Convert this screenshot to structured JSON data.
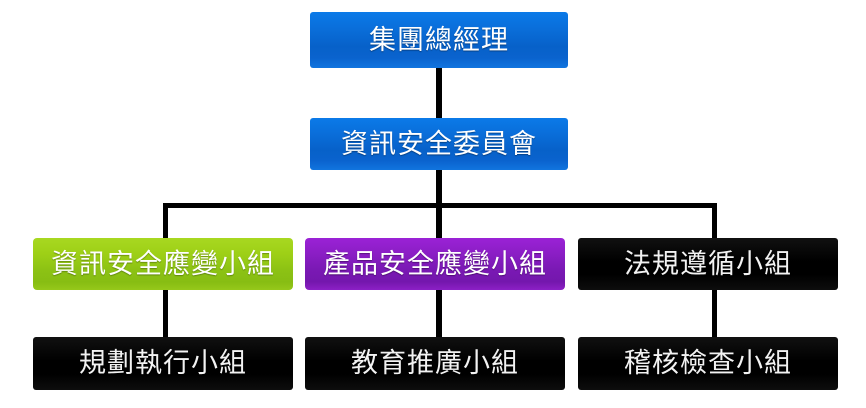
{
  "chart": {
    "type": "org-chart",
    "title": "",
    "background_color": "#ffffff",
    "connector_color": "#000000",
    "levels": [
      {
        "level": 1,
        "nodes": [
          {
            "id": "group-general-manager",
            "label": "集團總經理",
            "color": "#0a6fdb",
            "text_color": "#ffffff"
          }
        ]
      },
      {
        "level": 2,
        "nodes": [
          {
            "id": "information-security-committee",
            "label": "資訊安全委員會",
            "color": "#0a6fdb",
            "text_color": "#ffffff"
          }
        ]
      },
      {
        "level": 3,
        "nodes": [
          {
            "id": "information-security-response-team",
            "label": "資訊安全應變小組",
            "color": "#8cc214",
            "text_color": "#ffffff"
          },
          {
            "id": "product-safety-response-team",
            "label": "產品安全應變小組",
            "color": "#7a19b4",
            "text_color": "#ffffff"
          },
          {
            "id": "regulatory-compliance-team",
            "label": "法規遵循小組",
            "color": "#000000",
            "text_color": "#f2f2f2"
          }
        ]
      },
      {
        "level": 4,
        "nodes": [
          {
            "id": "planning-execution-team",
            "label": "規劃執行小組",
            "color": "#000000",
            "text_color": "#f2f2f2"
          },
          {
            "id": "education-promotion-team",
            "label": "教育推廣小組",
            "color": "#000000",
            "text_color": "#f2f2f2"
          },
          {
            "id": "audit-inspection-team",
            "label": "稽核檢查小組",
            "color": "#000000",
            "text_color": "#f2f2f2"
          }
        ]
      }
    ]
  }
}
